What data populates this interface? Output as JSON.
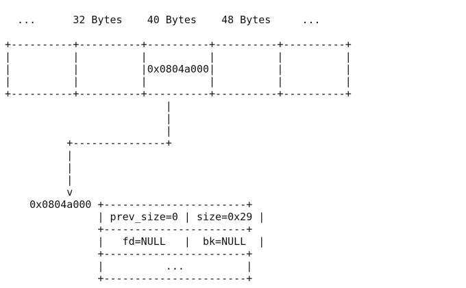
{
  "ascii_diagram": {
    "lines": [
      "  ...      32 Bytes    40 Bytes    48 Bytes     ...",
      "",
      "+----------+----------+----------+----------+----------+",
      "|          |          |          |          |          |",
      "|          |          |0x0804a000|          |          |",
      "|          |          |          |          |          |",
      "+----------+----------+----------+----------+----------+",
      "                          |",
      "                          |",
      "                          |",
      "          +---------------+",
      "          |",
      "          |",
      "          |",
      "          v",
      "    0x0804a000 +-----------------------+",
      "               | prev_size=0 | size=0x29 |",
      "               +-----------------------+",
      "               |   fd=NULL   |  bk=NULL  |",
      "               +-----------------------+",
      "               |          ...          |",
      "               +-----------------------+"
    ]
  }
}
